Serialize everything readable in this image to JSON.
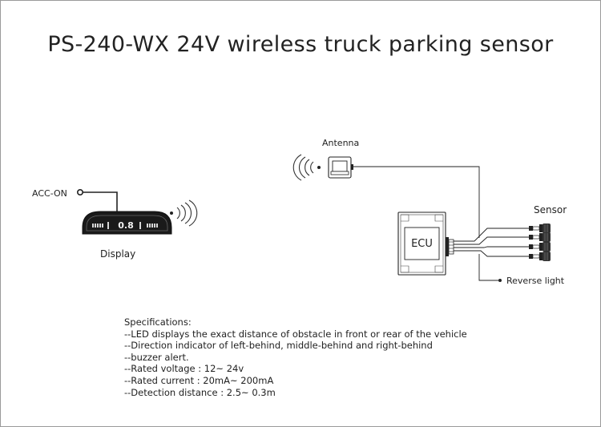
{
  "title": "PS-240-WX 24V wireless truck parking sensor",
  "labels": {
    "acc_on": "ACC-ON",
    "display": "Display",
    "display_reading": "0.8",
    "antenna": "Antenna",
    "ecu": "ECU",
    "sensor": "Sensor",
    "reverse_light": "Reverse light"
  },
  "specs": {
    "heading": "Specifications:",
    "lines": [
      "--LED displays the exact distance of obstacle in front or rear of the vehicle",
      "--Direction indicator of left-behind, middle-behind and right-behind",
      "--buzzer alert.",
      "--Rated voltage : 12~ 24v",
      "--Rated current : 20mA~ 200mA",
      "--Detection distance : 2.5~ 0.3m"
    ]
  }
}
